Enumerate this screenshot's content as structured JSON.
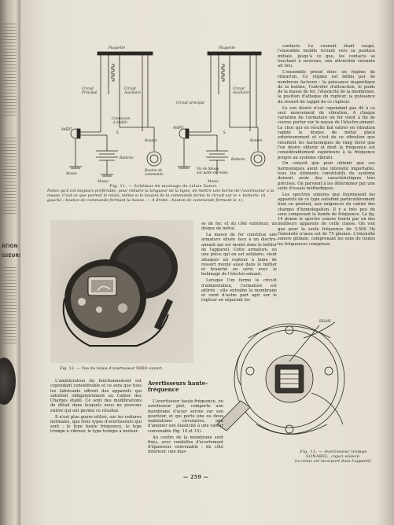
{
  "left_margin": {
    "fragments": [
      "ATION",
      "SSEURS"
    ]
  },
  "figure_11": {
    "caption_label": "Fig. 11. — Schémas de montage du relais Sanor.",
    "caption_text": "Notez qu'il est toujours préférable, pour réduire la longueur de la ligne, de mettre une borne de l'avertisseur à la masse. C'est ce que permet le relais, même si le bouton de la commande ferme le circuit sur le + batterie. (A gauche : bouton de commande fermant la masse. — A droite : bouton de commande fermant le +).",
    "left": {
      "plaquette": "Plaquette",
      "circuit_principal": "Circuit Principal",
      "circuit_auxiliaire": "Circuit Auxiliaire",
      "connexion": "Connexion à établir",
      "avert": "AVERT",
      "s": "S",
      "batterie": "Batterie",
      "bouton": "Bouton",
      "bouton_commande": "Bouton de commande",
      "masse": "Masse",
      "masse2": "Masse"
    },
    "right": {
      "plaquette": "Plaquette",
      "circuit_principal": "Circuit principal",
      "circuit_auxiliaire": "Circuit Auxiliaire",
      "avert": "AVERT",
      "s": "S",
      "batterie": "Batterie",
      "bouton": "Bouton",
      "vis_masse": "Vis de Masse",
      "vis_masse2": "sur patte de relais",
      "masse": "Masse"
    }
  },
  "right_column_top": [
    "contacts. Le courant étant coupé, l'ensemble mobile revient vers sa position initiale, jusqu'à ce que, les contacts se touchant à nouveau, une attraction suivante ait lieu.",
    "L'ensemble prend donc un régime de vibrat!on. Ce régime est défini par de nombreux facteurs : la puissance magnétique de la bobine, l'entrefer d'attraction, le poids de la masse de fer, l'élasticité de la membrane, la position d'attaque du rupteur, la puissance du ressort de rappel de ce rupteur.",
    "Le son désiré n'est cependant pas dû à ce seul mouvement de vibration. A chaque variation de l'armature en fer vient à fin de course porter sur le noyau de l'électro-aimant. Le choc qui en résulte fait entrer en vibration rapide le disque de métal placé extérieurement et c'est de ce vibration que résultent les harmoniques de rang élevé que l'on désire obtenir et dont la fréquence est considérablement supérieure à la fréquence propre au système vibrant.",
    "On conçoit que pour obtenir que ces harmoniques aient une intensité importante, tous les éléments constitutifs du système doivent avoir des caractéristiques très précises. On parvient à les déterminer par une suite d'essais méthodiques.",
    "Les spectres sonores que fournissent les appareils de ce type satisfont particulièrement bien en général, aux exigences du cahier des charges d'homologation. Il y a très peu de sons composant la bande de fréquence. La fig. 14 donne le spectre sonore fourni par un des meilleurs appareils de cette classe. On voit que pour la seule fréquence de 3.500 Hz l'intensité n'aura est de 75 phones. L'intensité sonore globale, comprenant les sons de toutes les fréquences comprises"
  ],
  "figure_12": {
    "caption": "Fig. 12. — Vue du relais d'avertisseur MIXO ouvert."
  },
  "middle_column": [
    "se de fer, et du côté extérieur, un disque de métal.",
    "La masse de fer constitue une armature située face à un électro-aimant qui est monté dans le boîtier de l'appareil. Cette armature, ou une pièce qui en est solidaire, vient attaquer un rupteur à lame de ressort monté aussi dans le boîtier et branché en série avec le bobinage de l'électro-aimant.",
    "Lorsque l'on ferme le circuit d'alimentation, l'armature est attirée ; elle entraîne la membrane et vient d'autre part agir sur le rupteur en séparant les"
  ],
  "figure_13": {
    "relais_label": "RELAIS",
    "caption_label": "Fig. 13. — Avertisseur trompe SONABEL, capot enlevé.",
    "caption_text": "Le relais est incorporé dans l'appareil."
  },
  "bottom_left": [
    "L'amélioration du fonctionnement est cependant considérable et ce sera que tous les fabricants offrent des appareils qui satisfont obligatoirement au Cahier des Charges établi. Ce sont des modifications de détail dans lesquels nous ne pouvons entrer qui ont permis ce résultat.",
    "Il n'est plus guère utilisé, sur les voitures normales, que trois types d'avertisseurs qui sont : le type haute fréquence, le type trompe à vibreur, le type trompe à moteur."
  ],
  "section_heading": "Avertisseurs haute-fréquence",
  "bottom_middle": [
    "L'avertisseur haute-fréquence, ou avertisseur plat, comporte une membrane d'acier serrée sur son pourtour, et qui porte une ou deux ondulations circulaires, afin d'amener son élasticité à une valeur convenable (fig. 14 et 15).",
    "Au centre de la membrane sont fixés, avec rondelles d'écartement d'épaisseur convenable : du côté intérieur, une mas-"
  ],
  "page_number": "— 259 —"
}
